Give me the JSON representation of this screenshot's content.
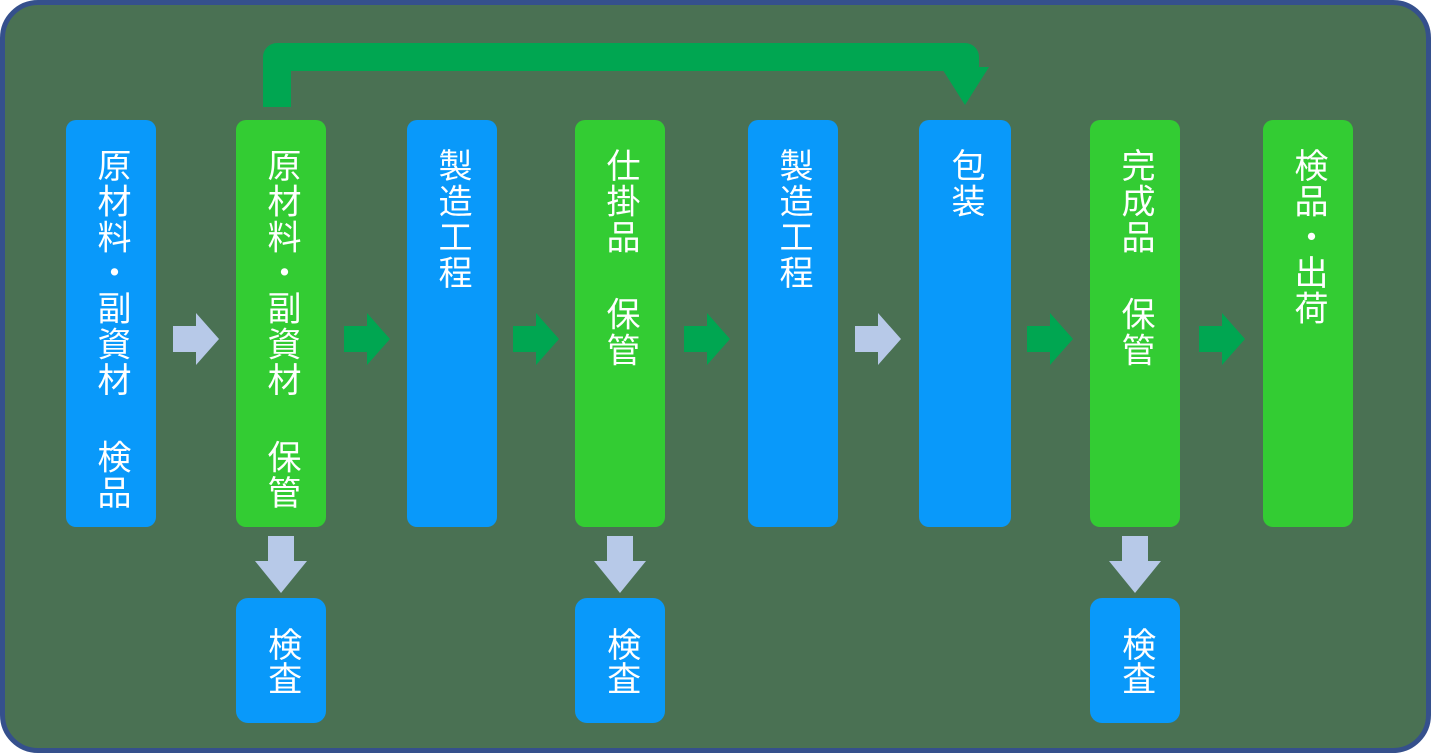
{
  "diagram": {
    "title": "manufacturing-process-flow",
    "colors": {
      "background": "#4A7153",
      "frame_border": "#35508C",
      "box_blue": "#0999FA",
      "box_green": "#33CC33",
      "arrow_green": "#00A651",
      "arrow_lavender": "#B7C9E8",
      "text": "#FFFFFF"
    },
    "process_boxes": [
      {
        "label": "原材料・副資材 検品",
        "color": "blue"
      },
      {
        "label": "原材料・副資材 保管",
        "color": "green"
      },
      {
        "label": "製造工程",
        "color": "blue"
      },
      {
        "label": "仕掛品 保管",
        "color": "green"
      },
      {
        "label": "製造工程",
        "color": "blue"
      },
      {
        "label": "包装",
        "color": "blue"
      },
      {
        "label": "完成品 保管",
        "color": "green"
      },
      {
        "label": "検品・出荷",
        "color": "green"
      }
    ],
    "flow_arrows": [
      {
        "between": "1-2",
        "color": "lavender",
        "direction": "right"
      },
      {
        "between": "2-3",
        "color": "green",
        "direction": "right"
      },
      {
        "between": "3-4",
        "color": "green",
        "direction": "right"
      },
      {
        "between": "4-5",
        "color": "green",
        "direction": "right"
      },
      {
        "between": "5-6",
        "color": "lavender",
        "direction": "right"
      },
      {
        "between": "6-7",
        "color": "green",
        "direction": "right"
      },
      {
        "between": "7-8",
        "color": "green",
        "direction": "right"
      }
    ],
    "inspection_boxes": [
      {
        "label": "検査",
        "below": "原材料・副資材 保管"
      },
      {
        "label": "検査",
        "below": "仕掛品 保管"
      },
      {
        "label": "検査",
        "below": "完成品 保管"
      }
    ],
    "down_arrows": [
      {
        "color": "lavender",
        "direction": "down"
      },
      {
        "color": "lavender",
        "direction": "down"
      },
      {
        "color": "lavender",
        "direction": "down"
      }
    ],
    "feedback_arrow": {
      "from": "原材料・副資材 保管",
      "to": "包装",
      "color": "green",
      "direction": "up-right-down"
    }
  }
}
